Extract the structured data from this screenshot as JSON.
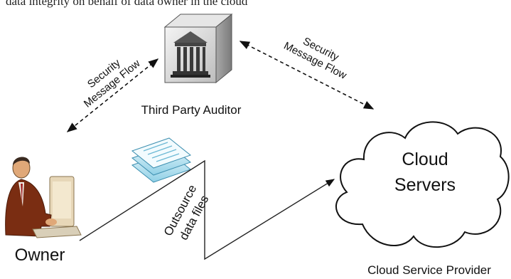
{
  "header_text": "data integrity on behalf of data owner in the cloud",
  "labels": {
    "auditor": "Third Party Auditor",
    "owner": "Owner",
    "provider": "Cloud Service Provider",
    "cloud_line1": "Cloud",
    "cloud_line2": "Servers",
    "flow_left_line1": "Security",
    "flow_left_line2": "Message Flow",
    "flow_right_line1": "Security",
    "flow_right_line2": "Message Flow",
    "outsource_line1": "Outsource",
    "outsource_line2": "data files"
  },
  "icons": {
    "auditor": "server-building-icon",
    "owner": "person-at-computer-icon",
    "files": "document-stack-icon",
    "cloud": "cloud-icon"
  }
}
